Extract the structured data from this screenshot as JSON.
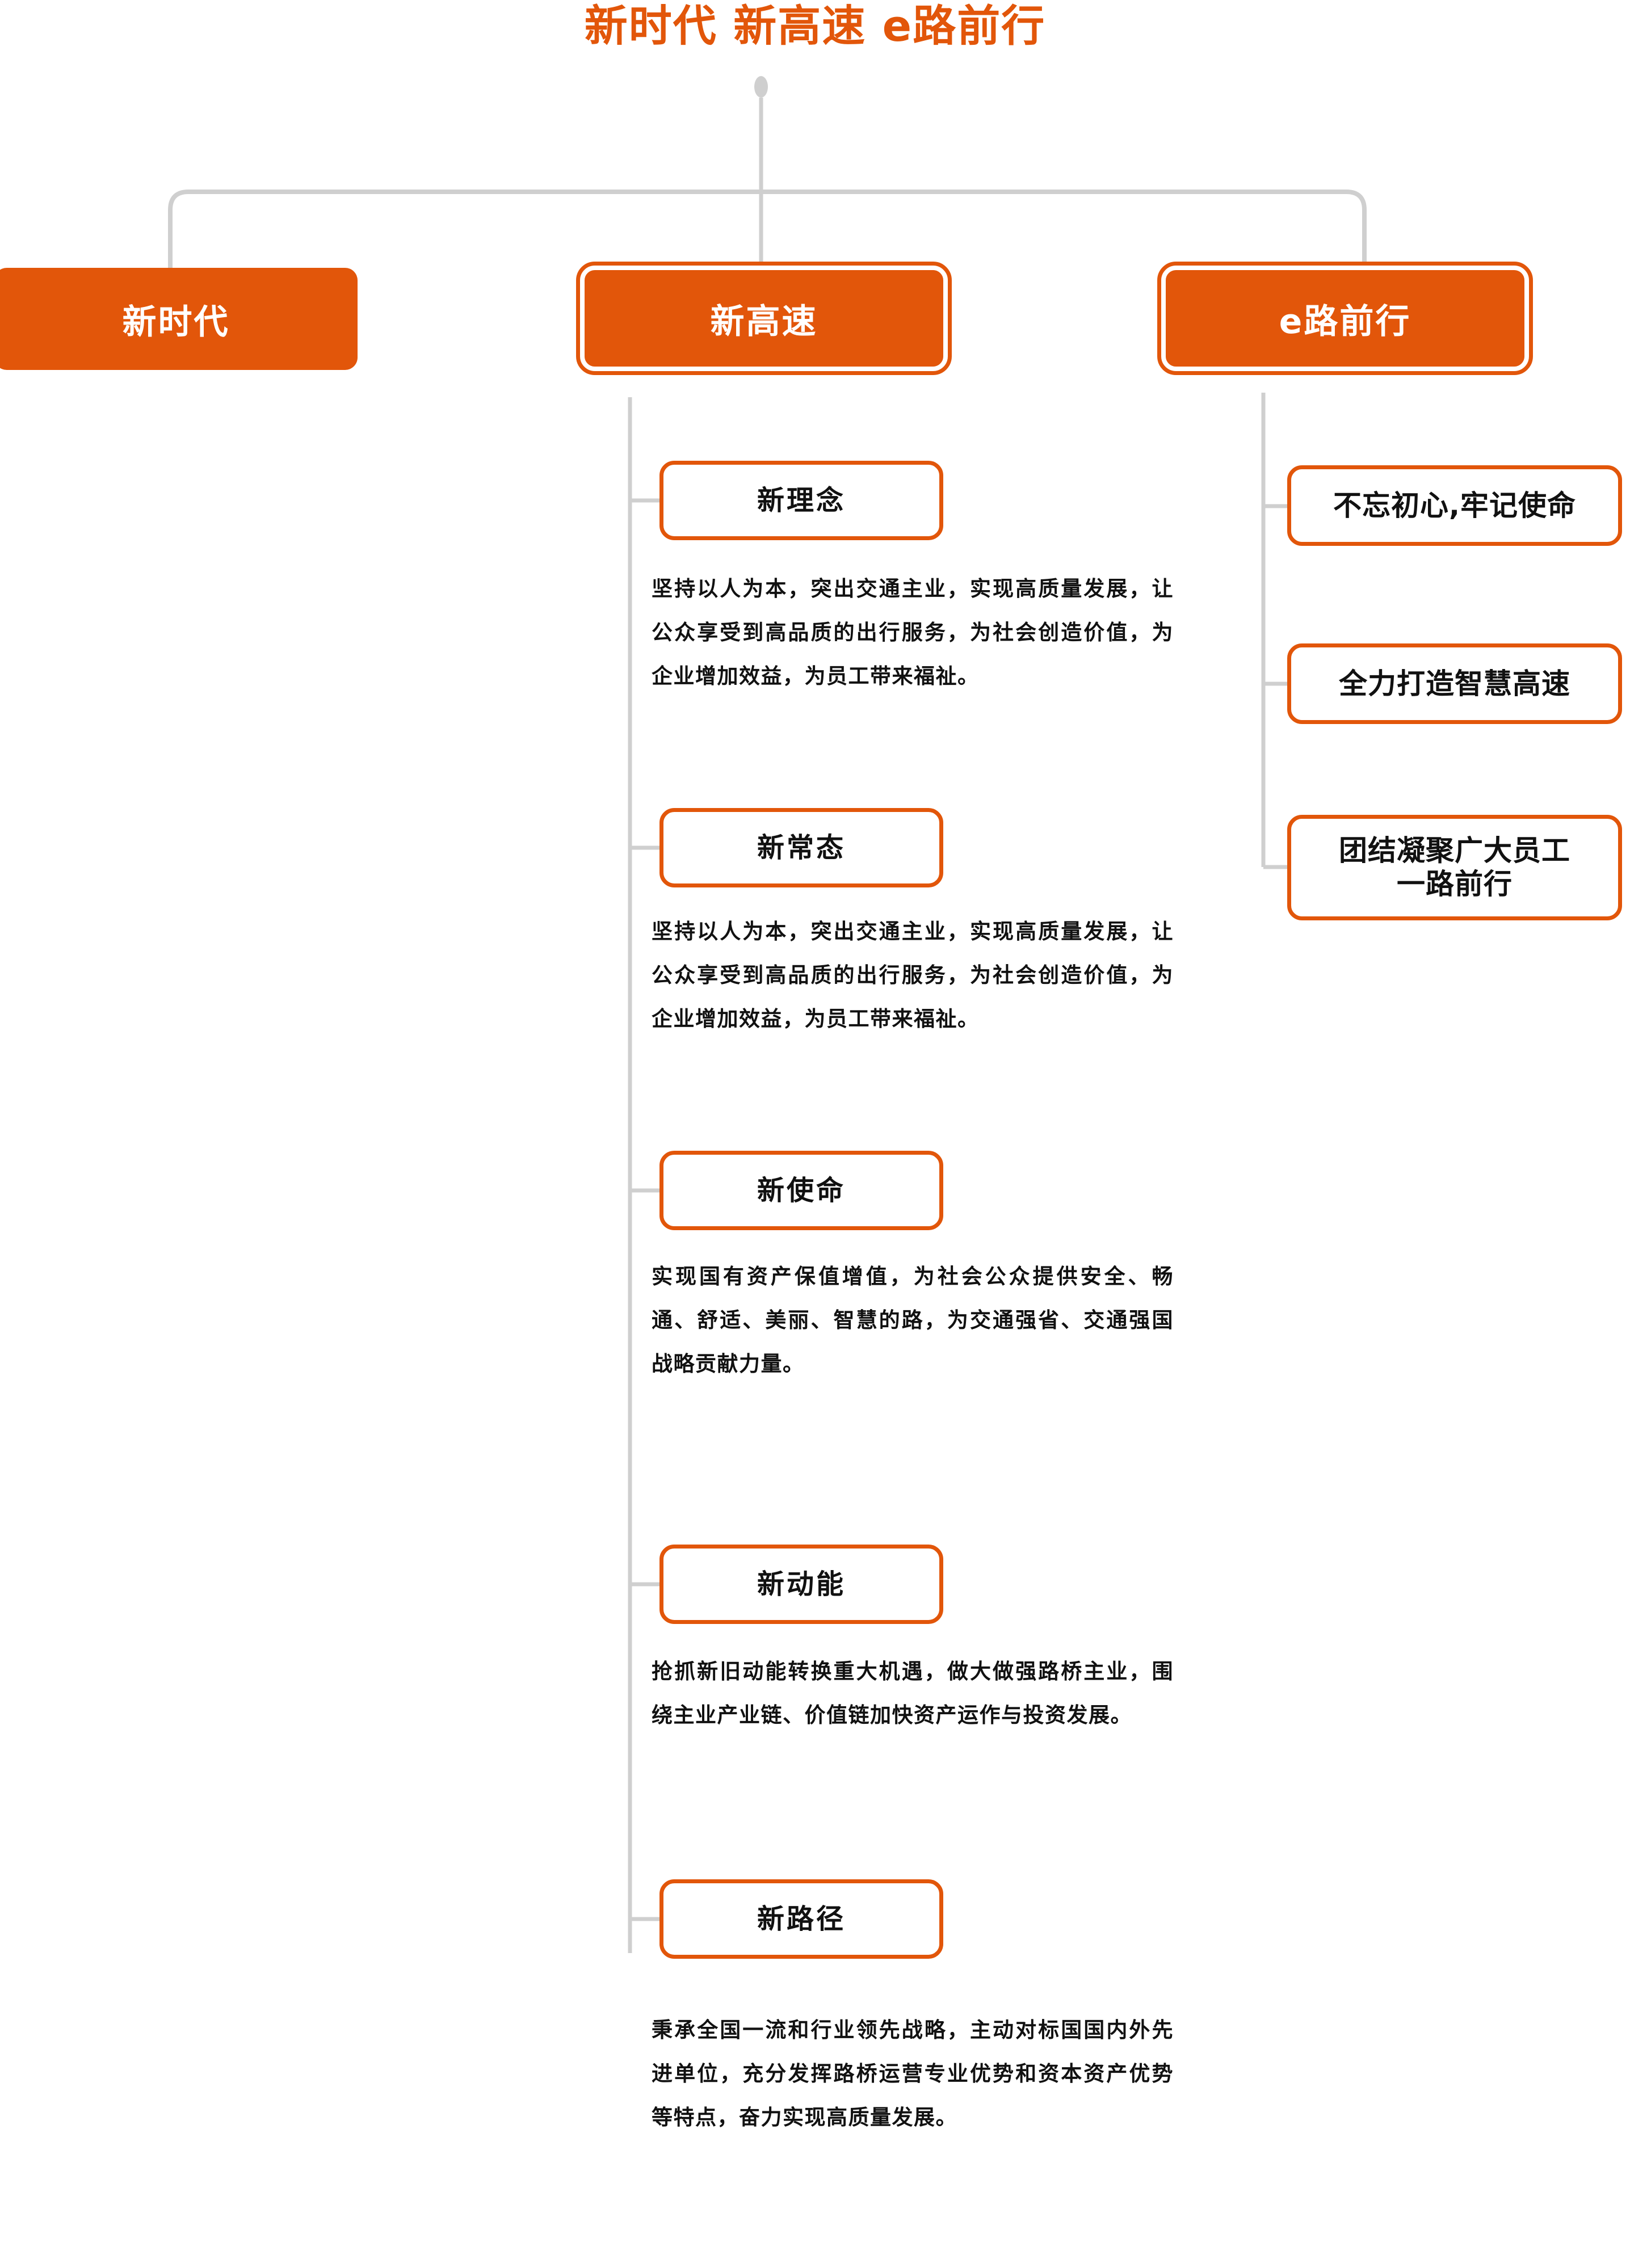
{
  "title": "新时代 新高速 e路前行",
  "colors": {
    "accent": "#E2560A",
    "connector": "#cfcfcf",
    "text": "#111111",
    "node_text_on_accent": "#ffffff",
    "background": "#ffffff"
  },
  "root": {
    "label": ""
  },
  "branches": [
    {
      "id": "branch-xinshidai",
      "label": "新时代",
      "style": "solid",
      "children": []
    },
    {
      "id": "branch-xingaosu",
      "label": "新高速",
      "style": "ringed",
      "children": [
        {
          "id": "node-xinlinian",
          "label": "新理念",
          "body": "坚持以人为本，突出交通主业，实现高质量发展，让公众享受到高品质的出行服务，为社会创造价值，为企业增加效益，为员工带来福祉。"
        },
        {
          "id": "node-xinchangtai",
          "label": "新常态",
          "body": "坚持以人为本，突出交通主业，实现高质量发展，让公众享受到高品质的出行服务，为社会创造价值，为企业增加效益，为员工带来福祉。"
        },
        {
          "id": "node-xinshiming",
          "label": "新使命",
          "body": "实现国有资产保值增值，为社会公众提供安全、畅通、舒适、美丽、智慧的路，为交通强省、交通强国战略贡献力量。"
        },
        {
          "id": "node-xindongneng",
          "label": "新动能",
          "body": "抢抓新旧动能转换重大机遇，做大做强路桥主业，围绕主业产业链、价值链加快资产运作与投资发展。"
        },
        {
          "id": "node-xinlujing",
          "label": "新路径",
          "body": "秉承全国一流和行业领先战略，主动对标国国内外先进单位，充分发挥路桥运营专业优势和资本资产优势等特点，奋力实现高质量发展。"
        }
      ]
    },
    {
      "id": "branch-eluqianxing",
      "label": "e路前行",
      "style": "ringed",
      "children": [
        {
          "id": "node-buwangchuxin",
          "label": "不忘初心,牢记使命",
          "body": ""
        },
        {
          "id": "node-zhihuigaosu",
          "label": "全力打造智慧高速",
          "body": ""
        },
        {
          "id": "node-tuanjie",
          "label": "团结凝聚广大员工\n一路前行",
          "body": ""
        }
      ]
    }
  ]
}
